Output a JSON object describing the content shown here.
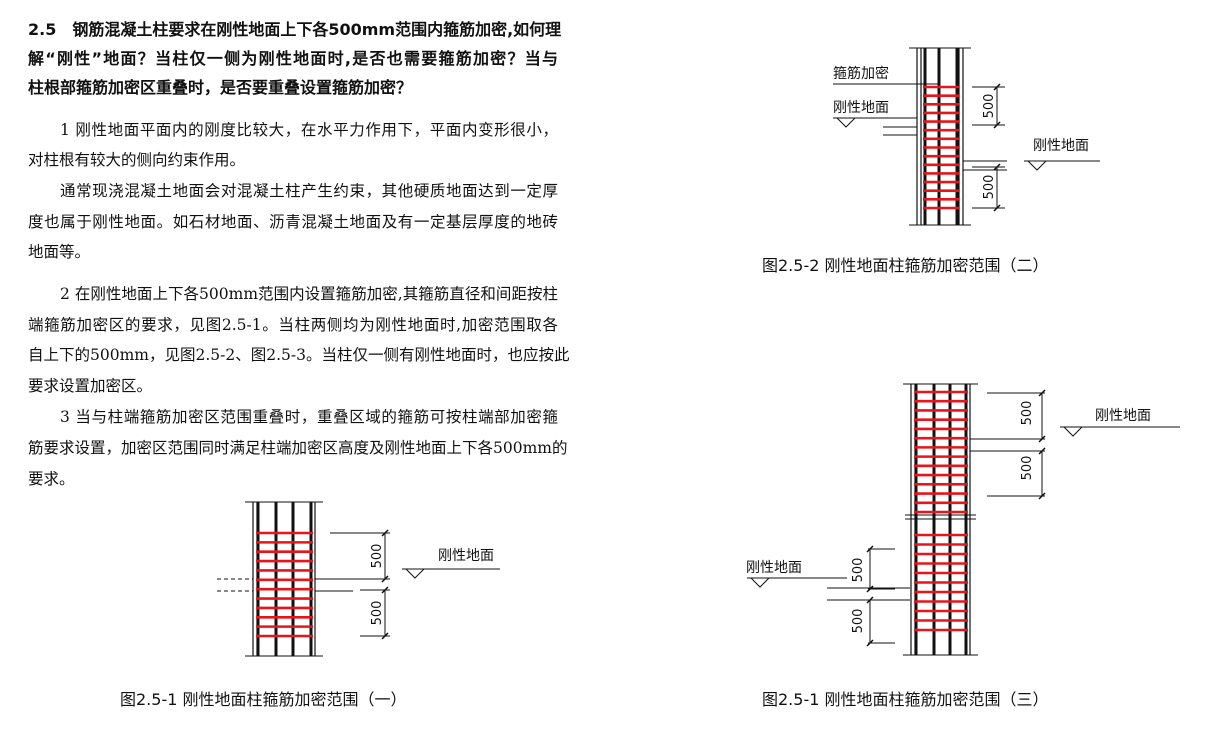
{
  "section": {
    "title_lines": [
      "2.5　钢筋混凝土柱要求在刚性地面上下各500mm范围内箍筋加密,如何理",
      "解“刚性”地面？当柱仅一侧为刚性地面时,是否也需要箍筋加密？当与",
      "柱根部箍筋加密区重叠时，是否要重叠设置箍筋加密？"
    ],
    "paragraphs": [
      [
        "1 刚性地面平面内的刚度比较大，在水平力作用下，平面内变形很小，",
        "对柱根有较大的侧向约束作用。"
      ],
      [
        "通常现浇混凝土地面会对混凝土柱产生约束，其他硬质地面达到一定厚",
        "度也属于刚性地面。如石材地面、沥青混凝土地面及有一定基层厚度的地砖",
        "地面等。"
      ],
      [
        "2 在刚性地面上下各500mm范围内设置箍筋加密,其箍筋直径和间距按柱",
        "端箍筋加密区的要求，见图2.5-1。当柱两侧均为刚性地面时,加密范围取各",
        "自上下的500mm，见图2.5-2、图2.5-3。当柱仅一侧有刚性地面时，也应按此",
        "要求设置加密区。"
      ],
      [
        "3 当与柱端箍筋加密区范围重叠时，重叠区域的箍筋可按柱端部加密箍",
        "筋要求设置，加密区范围同时满足柱端加密区高度及刚性地面上下各500mm的",
        "要求。"
      ]
    ]
  },
  "figures": {
    "fig1": {
      "caption": "图2.5-1 刚性地面柱箍筋加密范围（一）",
      "ground_label": "刚性地面",
      "dim_top": "500",
      "dim_bottom": "500"
    },
    "fig2": {
      "caption": "图2.5-2 刚性地面柱箍筋加密范围（二）",
      "stirrup_label": "箍筋加密",
      "ground_label_left": "刚性地面",
      "ground_label_right": "刚性地面",
      "dim_top": "500",
      "dim_bottom": "500"
    },
    "fig3": {
      "caption": "图2.5-1 刚性地面柱箍筋加密范围（三）",
      "ground_label_right": "刚性地面",
      "ground_label_left": "刚性地面",
      "dim_right_top": "500",
      "dim_right_bottom": "500",
      "dim_left_top": "500",
      "dim_left_bottom": "500"
    }
  },
  "colors": {
    "stirrup": "#e8141c",
    "line": "#111111"
  }
}
